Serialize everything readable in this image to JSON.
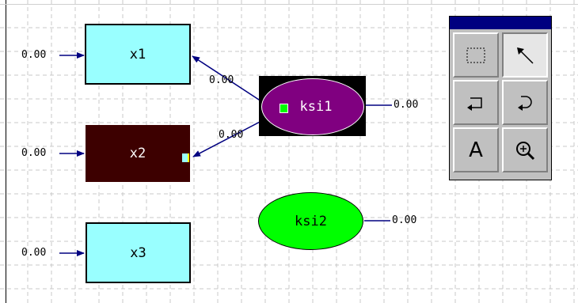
{
  "diagram": {
    "observed": [
      {
        "name": "x1",
        "fill": "#99ffff",
        "text_color": "#000000",
        "error_value": "0.00"
      },
      {
        "name": "x2",
        "fill": "#3d0000",
        "text_color": "#ffffff",
        "error_value": "0.00"
      },
      {
        "name": "x3",
        "fill": "#99ffff",
        "text_color": "#000000",
        "error_value": "0.00"
      }
    ],
    "latent": [
      {
        "name": "ksi1",
        "fill": "#800080",
        "text_color": "#ffffff",
        "selected": true,
        "variance_value": "0.00"
      },
      {
        "name": "ksi2",
        "fill": "#00ff00",
        "text_color": "#000000",
        "selected": false,
        "variance_value": "0.00"
      }
    ],
    "paths": [
      {
        "from": "ksi1",
        "to": "x1",
        "value": "0.00"
      },
      {
        "from": "ksi1",
        "to": "x2",
        "value": "0.00"
      }
    ],
    "colors": {
      "path": "#000080",
      "grid": "#c8c8c8",
      "titlebar": "#000080"
    }
  },
  "toolbox": {
    "tools": [
      {
        "name": "select-rectangle",
        "icon": "dotted-rectangle-icon",
        "active": false
      },
      {
        "name": "pointer",
        "icon": "arrow-pointer-icon",
        "active": true
      },
      {
        "name": "rotate-left",
        "icon": "rotate-left-icon",
        "active": false
      },
      {
        "name": "rotate-right",
        "icon": "rotate-right-icon",
        "active": false
      },
      {
        "name": "text",
        "icon": "text-a-icon",
        "glyph": "A",
        "active": false
      },
      {
        "name": "zoom",
        "icon": "zoom-in-icon",
        "active": false
      }
    ]
  }
}
